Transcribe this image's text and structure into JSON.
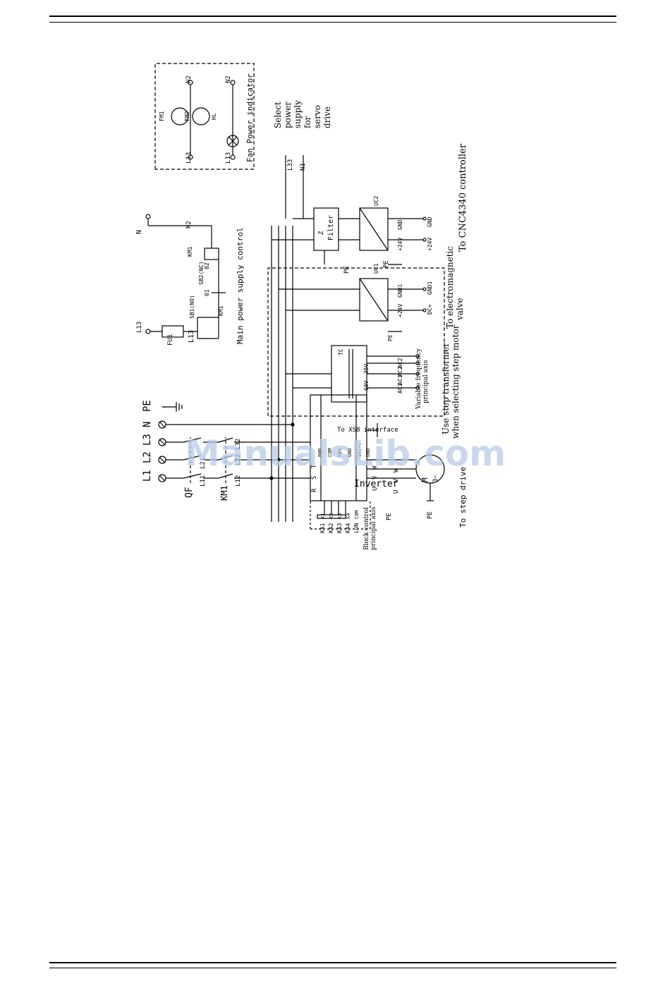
{
  "page": {
    "watermark": "ManualsLib.com"
  },
  "supply": {
    "terminals": [
      "L1",
      "L2",
      "L3",
      "N",
      "PE"
    ],
    "qf_label": "QF",
    "km1_label": "KM1",
    "wires": [
      "L11",
      "L21",
      "L31",
      "L12",
      "L22",
      "L32"
    ]
  },
  "fan_indicator": {
    "title": "Fan  Power  indicator",
    "fm1": "FM1",
    "fm2": "FM2",
    "hl": "HL",
    "l13a": "L13",
    "l13b": "L13",
    "n2a": "N2",
    "n2b": "N2"
  },
  "main_power": {
    "title": "Main  power  supply  control",
    "l13": "L13",
    "fu1": "FU1",
    "l13b": "L13",
    "sb1": "SB1(NO)",
    "sb2": "SB2(NC)",
    "km1": "KM1",
    "km1_coil": "KM1",
    "n": "N",
    "n2": "N2",
    "c01": "01",
    "c02": "02"
  },
  "servo_select": {
    "text_lines": [
      "Select",
      "power",
      "supply",
      "for",
      "servo",
      "drive"
    ],
    "l33": "L33",
    "n1": "N1"
  },
  "filter": {
    "label_z": "Z",
    "label": "Filter",
    "pe": "PE"
  },
  "uc2": {
    "label": "UC2",
    "out1": "+24V",
    "out2": "GND",
    "term1": "+24V",
    "term2": "GND",
    "pe": "PE",
    "caption": "To CNC4340 controller"
  },
  "uc1": {
    "label": "UC1",
    "out1": "+24V",
    "out2": "GND1",
    "term1": "DC+",
    "term2": "GND1",
    "pe": "PE",
    "caption_lines": [
      "To electromagnetic",
      "valve"
    ]
  },
  "tc": {
    "label": "TC",
    "v1": "35V",
    "v2": "60V",
    "outs": [
      "AC2",
      "AC2",
      "AC1",
      "AC1"
    ],
    "note_lines": [
      "Variable frequency",
      "principal axis"
    ],
    "caption_lines": [
      "Use step transformer",
      "when selecting step motor"
    ]
  },
  "inverter": {
    "label": "Inverter",
    "inputs": [
      "R",
      "S",
      "T"
    ],
    "outputs": [
      "U",
      "V",
      "W"
    ],
    "left_terms": [
      "X1",
      "X2",
      "X3",
      "X4",
      "COM"
    ],
    "right_terms": [
      "FWD",
      "COM",
      "REV",
      "GND",
      "VA(+)",
      "GND"
    ],
    "contacts": [
      "KA1",
      "KA2",
      "KA3",
      "KA4",
      "LUN"
    ],
    "block_note_lines": [
      "Block control",
      "principal axis"
    ],
    "xs8": "To XS8 interface",
    "pe": "PE"
  },
  "motor": {
    "label": "M",
    "phase": "3~",
    "pe": "PE",
    "phases": [
      "U",
      "V",
      "W"
    ],
    "caption": "To step drive"
  }
}
